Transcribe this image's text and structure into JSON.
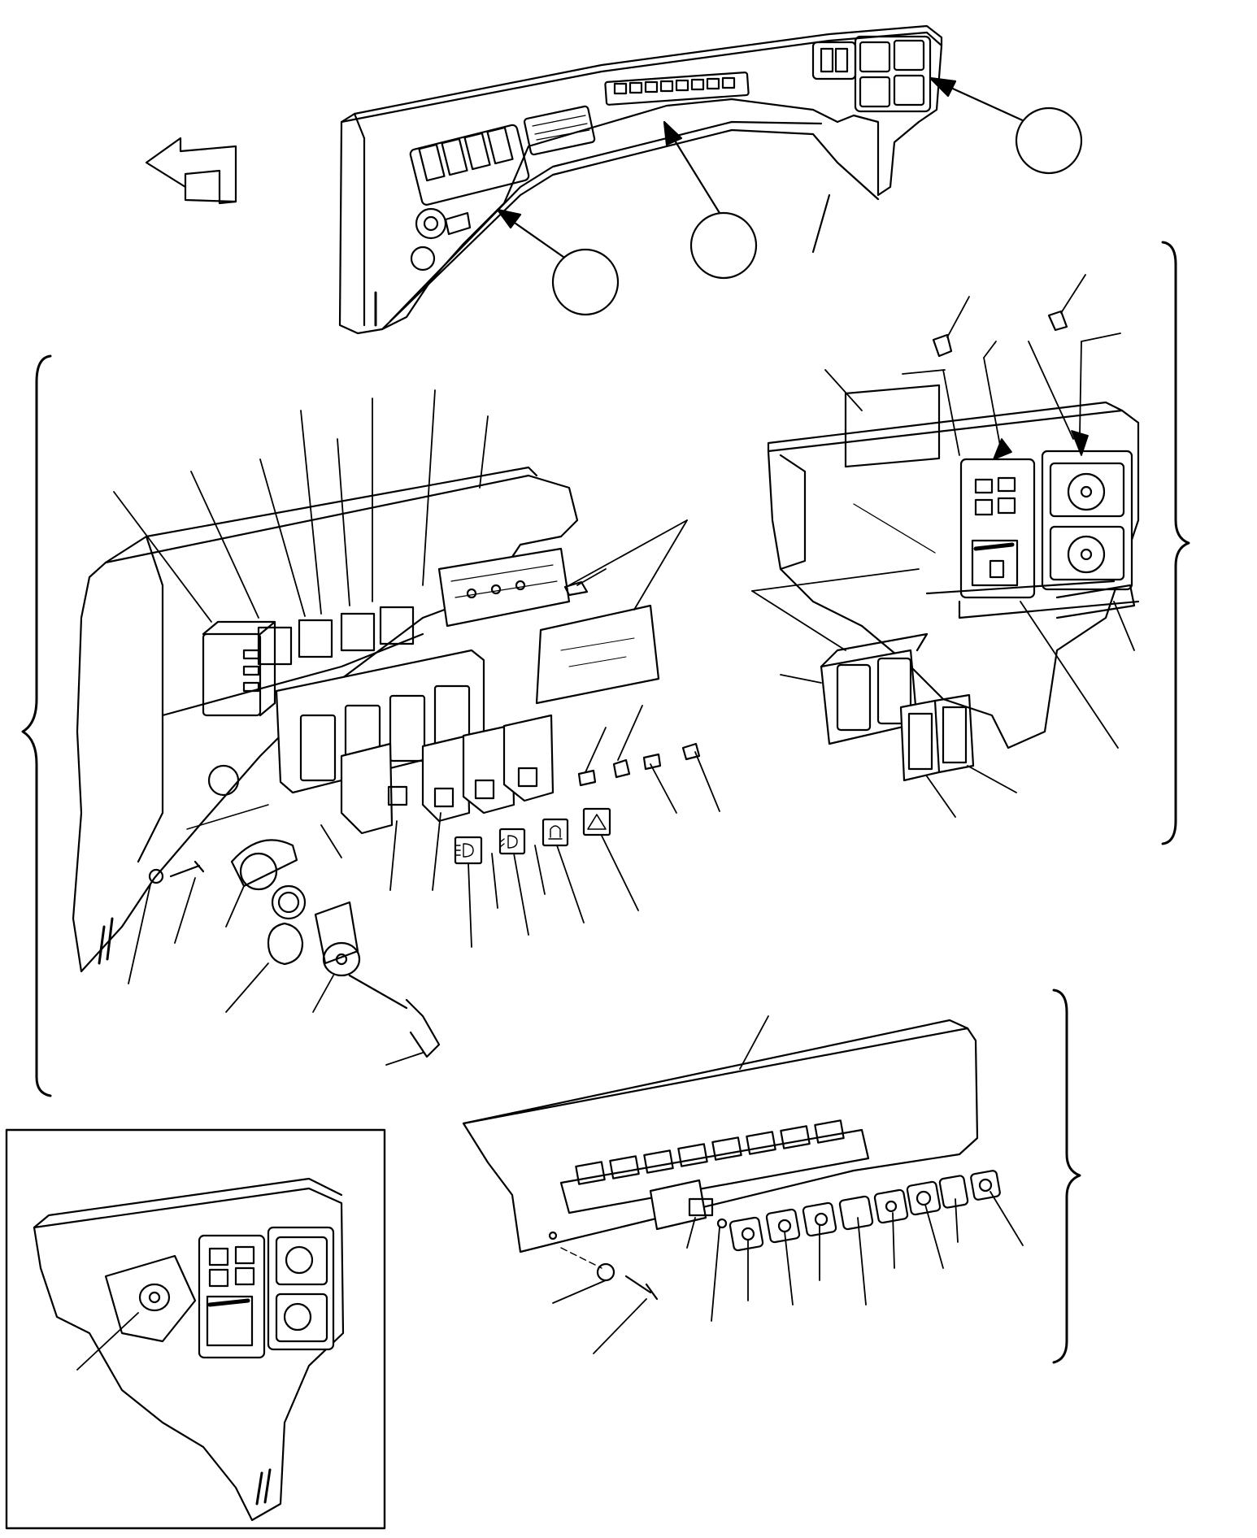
{
  "colors": {
    "ink": "#000000",
    "paper": "#ffffff",
    "panel_shade": "#f2f2f2"
  },
  "figure": {
    "direction_arrow": "forward-direction-arrow",
    "callout_circles": [
      "callout-left-panel",
      "callout-center-panel",
      "callout-right-panel"
    ],
    "views": [
      "overview-dashboard",
      "left-panel-exploded",
      "right-panel-exploded",
      "center-panel-exploded",
      "inset-detail"
    ],
    "symbols": [
      "headlight-symbol",
      "low-beam-symbol",
      "beacon-symbol",
      "hazard-triangle-symbol"
    ],
    "label_text": ""
  }
}
